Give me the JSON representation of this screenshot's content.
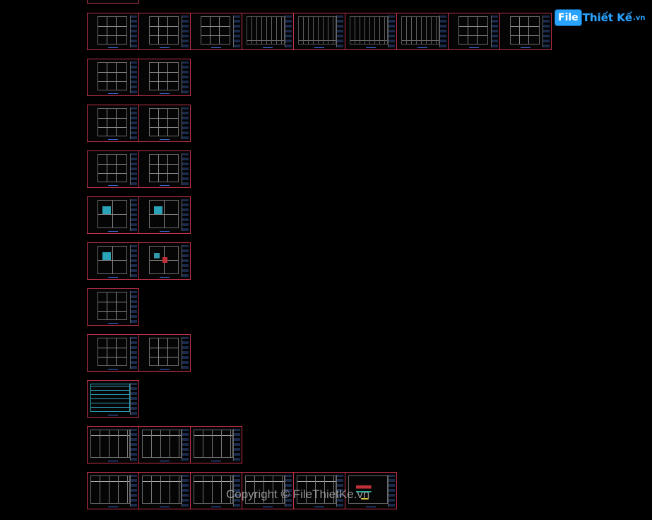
{
  "brand": {
    "logo_badge": "File",
    "logo_rest": "Thiết Kế",
    "logo_tld": ".vn",
    "color": "#2aa3ff"
  },
  "watermark": {
    "text": "Copyright © FileThietKe.vn"
  },
  "colors": {
    "background": "#000000",
    "sheet_border": "#c0304a",
    "accent_cyan": "#2aa3b8",
    "accent_red": "#c0303a"
  },
  "sheet_groups": [
    {
      "row": 1,
      "count": 9,
      "kind": "plans-and-elevations"
    },
    {
      "row": 2,
      "count": 2,
      "kind": "floor-plans"
    },
    {
      "row": 3,
      "count": 2,
      "kind": "floor-plans"
    },
    {
      "row": 4,
      "count": 2,
      "kind": "floor-plans"
    },
    {
      "row": 5,
      "count": 2,
      "kind": "colored-plans"
    },
    {
      "row": 6,
      "count": 2,
      "kind": "colored-plans"
    },
    {
      "row": 7,
      "count": 1,
      "kind": "floor-plan"
    },
    {
      "row": 8,
      "count": 2,
      "kind": "floor-plans"
    },
    {
      "row": 9,
      "count": 1,
      "kind": "schedule-table"
    },
    {
      "row": 10,
      "count": 3,
      "kind": "detail-sheets"
    },
    {
      "row": 11,
      "count": 6,
      "kind": "construction-details"
    }
  ]
}
